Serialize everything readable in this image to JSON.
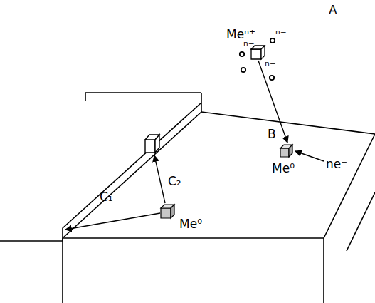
{
  "diagram": {
    "labels": [
      "A",
      "Meⁿ⁺",
      "ⁿ⁻",
      "ⁿ⁻",
      "ⁿ⁻",
      "B",
      "Me⁰",
      "ne⁻",
      "C₁",
      "C₂",
      "Me⁰"
    ]
  }
}
